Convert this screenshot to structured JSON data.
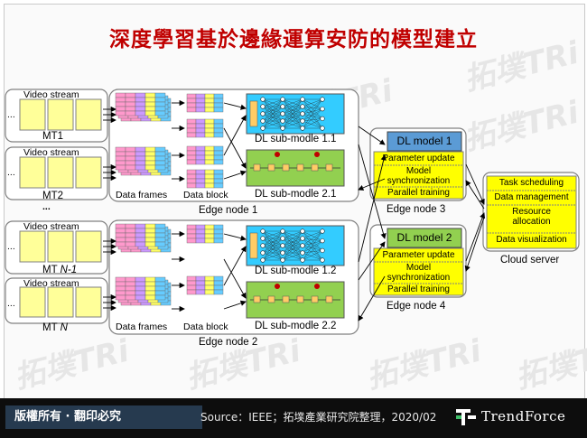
{
  "title": "深度學習基於邊緣運算安防的模型建立",
  "watermark": "拓墣TRi",
  "cameras": [
    {
      "stream": "Video stream",
      "label_prefix": "MT",
      "label_num": "1"
    },
    {
      "stream": "Video stream",
      "label_prefix": "MT",
      "label_num": "2"
    },
    {
      "stream": "Video stream",
      "label_prefix": "MT",
      "label_num": "N-1"
    },
    {
      "stream": "Video stream",
      "label_prefix": "MT",
      "label_num": "N"
    }
  ],
  "camera_gap": "...",
  "camera_dots": "...",
  "edge_nodes": [
    {
      "frames_label": "Data frames",
      "block_label": "Data block",
      "sub1": "DL sub-modle 1.1",
      "sub2": "DL sub-modle 2.1",
      "name": "Edge node 1"
    },
    {
      "frames_label": "Data frames",
      "block_label": "Data block",
      "sub1": "DL sub-modle 1.2",
      "sub2": "DL sub-modle 2.2",
      "name": "Edge node 2"
    }
  ],
  "models": [
    {
      "title": "DL model 1",
      "items": [
        "Parameter update",
        "Model synchronization",
        "Parallel training"
      ],
      "name": "Edge node 3"
    },
    {
      "title": "DL model 2",
      "items": [
        "Parameter update",
        "Model synchronization",
        "Parallel training"
      ],
      "name": "Edge node 4"
    }
  ],
  "cloud": {
    "items": [
      "Task scheduling",
      "Data management",
      "Resource allocation",
      "Data visualization"
    ],
    "name": "Cloud server"
  },
  "footer": {
    "rights": "版權所有 · 翻印必究",
    "source": "Source：IEEE；拓墣產業研究院整理，2020/02",
    "brand": "TrendForce"
  },
  "colors": {
    "title": "#c00000",
    "model_title_bg": "#5b9bd5",
    "model_item_bg": "#ffff00",
    "submodel_blue": "#33ccff",
    "submodel_green": "#92d050",
    "frame_fill": "#ffff99"
  }
}
